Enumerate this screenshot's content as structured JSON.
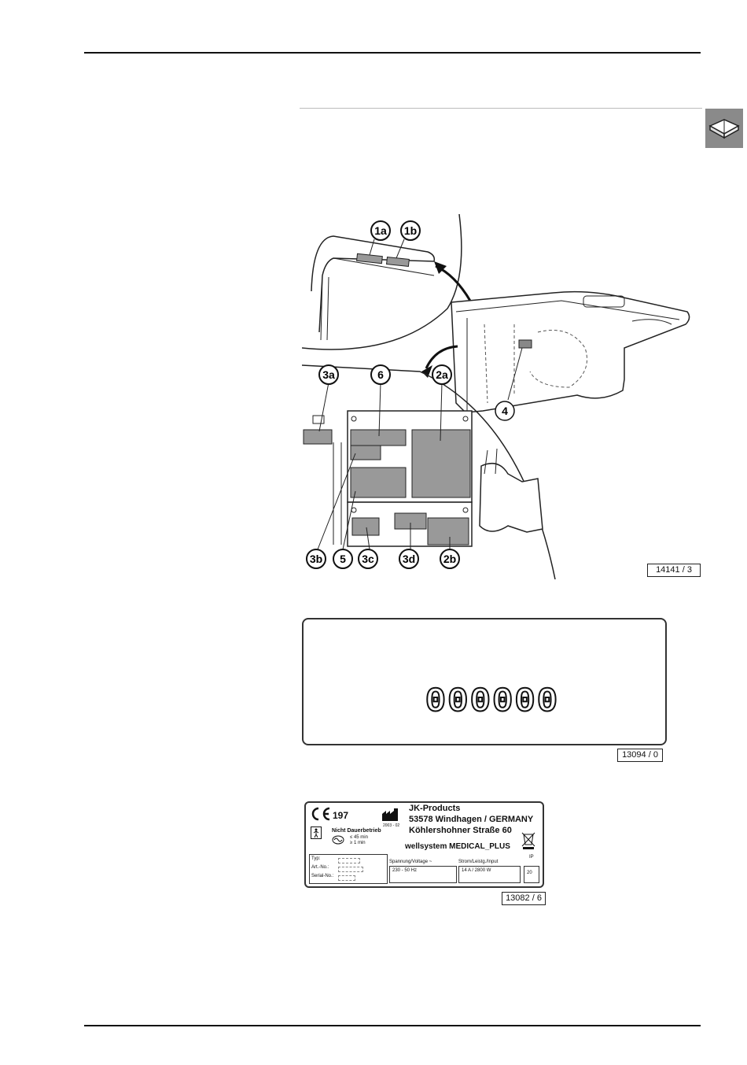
{
  "side_tab": {
    "icon": "book-icon"
  },
  "figures": {
    "fig1": {
      "callouts": [
        "1a",
        "1b",
        "2a",
        "3a",
        "6",
        "4",
        "3b",
        "5",
        "3c",
        "3d",
        "2b"
      ],
      "ref": "14141 / 3"
    },
    "fig2": {
      "digits": "000000",
      "ref": "13094 / 0"
    },
    "fig3": {
      "ref": "13082 / 6",
      "ce_number": "197",
      "manufacturer": "JK-Products",
      "address_line1": "53578 Windhagen / GERMANY",
      "address_line2": "Köhlershohner Straße 60",
      "product_name": "wellsystem MEDICAL_PLUS",
      "date_code": "2003 - 02",
      "nicht_dauerbetrieb": "Nicht Dauerbetrieb",
      "duty_on": "≤ 45 min",
      "duty_off": "≥ 1 min",
      "typ_label": "Typ:",
      "art_label": "Art.-No.:",
      "serial_label": "Serial-No.:",
      "voltage_label": "Spannung/Voltage ~",
      "voltage_value": "230 - 50 Hz",
      "current_label": "Strom/Leistg./Input",
      "current_value": "14 A / 2800 W",
      "ip_label": "IP",
      "ip_value": "20"
    }
  }
}
